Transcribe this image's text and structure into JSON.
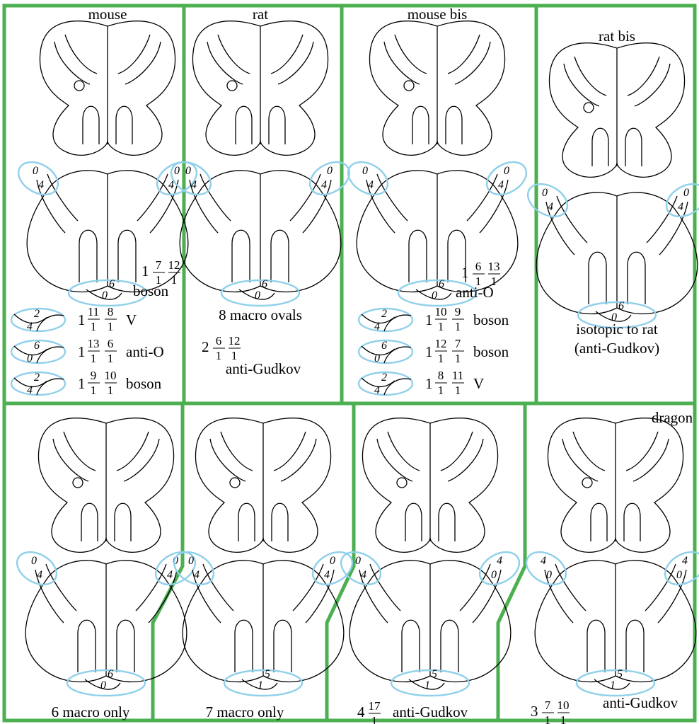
{
  "panels": [
    {
      "title": "mouse",
      "caption": "",
      "caption2": "",
      "lead": "1",
      "fracs": [
        [
          "7",
          "1"
        ],
        [
          "12",
          "1"
        ]
      ],
      "tail": "boson",
      "ovals": {
        "left": [
          "0",
          "4"
        ],
        "right": [
          "0",
          "4"
        ],
        "bottom": [
          "6",
          "0"
        ]
      },
      "rows": [
        {
          "labels": [
            "2",
            "4"
          ],
          "lead": "1",
          "fracs": [
            [
              "11",
              "1"
            ],
            [
              "8",
              "1"
            ]
          ],
          "word": "V"
        },
        {
          "labels": [
            "6",
            "0"
          ],
          "lead": "1",
          "fracs": [
            [
              "13",
              "1"
            ],
            [
              "6",
              "1"
            ]
          ],
          "word": "anti-O"
        },
        {
          "labels": [
            "2",
            "4"
          ],
          "lead": "1",
          "fracs": [
            [
              "9",
              "1"
            ],
            [
              "10",
              "1"
            ]
          ],
          "word": "boson"
        }
      ]
    },
    {
      "title": "rat",
      "caption": "8 macro ovals",
      "caption2": "",
      "lead": "2",
      "fracs": [
        [
          "6",
          "1"
        ],
        [
          "12",
          "1"
        ]
      ],
      "tail": "anti-Gudkov",
      "ovals": {
        "left": [
          "0",
          "4"
        ],
        "right": [
          "0",
          "4"
        ],
        "bottom": [
          "6",
          "0"
        ]
      },
      "rows": []
    },
    {
      "title": "mouse bis",
      "caption": "",
      "caption2": "",
      "lead": "1",
      "fracs": [
        [
          "6",
          "1"
        ],
        [
          "13",
          "1"
        ]
      ],
      "tail": "anti-O",
      "ovals": {
        "left": [
          "0",
          "4"
        ],
        "right": [
          "0",
          "4"
        ],
        "bottom": [
          "6",
          "0"
        ]
      },
      "rows": [
        {
          "labels": [
            "2",
            "4"
          ],
          "lead": "1",
          "fracs": [
            [
              "10",
              "1"
            ],
            [
              "9",
              "1"
            ]
          ],
          "word": "boson"
        },
        {
          "labels": [
            "6",
            "0"
          ],
          "lead": "1",
          "fracs": [
            [
              "12",
              "1"
            ],
            [
              "7",
              "1"
            ]
          ],
          "word": "boson"
        },
        {
          "labels": [
            "2",
            "4"
          ],
          "lead": "1",
          "fracs": [
            [
              "8",
              "1"
            ],
            [
              "11",
              "1"
            ]
          ],
          "word": "V"
        }
      ]
    },
    {
      "title": "rat bis",
      "caption": "isotopic to rat",
      "caption2": "(anti-Gudkov)",
      "lead": "",
      "fracs": [],
      "tail": "",
      "ovals": {
        "left": [
          "0",
          "4"
        ],
        "right": [
          "0",
          "4"
        ],
        "bottom": [
          "6",
          "0"
        ]
      },
      "rows": []
    },
    {
      "title": "",
      "caption": "6 macro only",
      "caption2": "",
      "lead": "",
      "fracs": [],
      "tail": "",
      "ovals": {
        "left": [
          "0",
          "4"
        ],
        "right": [
          "0",
          "4"
        ],
        "bottom": [
          "6",
          "0"
        ]
      },
      "rows": []
    },
    {
      "title": "",
      "caption": "7 macro only",
      "caption2": "",
      "lead": "",
      "fracs": [],
      "tail": "",
      "ovals": {
        "left": [
          "0",
          "4"
        ],
        "right": [
          "0",
          "4"
        ],
        "bottom": [
          "5",
          "1"
        ]
      },
      "rows": []
    },
    {
      "title": "",
      "caption": "",
      "caption2": "",
      "lead": "4",
      "fracs": [
        [
          "17",
          "1"
        ]
      ],
      "tail": "anti-Gudkov",
      "ovals": {
        "left": [
          "0",
          "4"
        ],
        "right": [
          "4",
          "0"
        ],
        "bottom": [
          "5",
          "1"
        ]
      },
      "rows": []
    },
    {
      "title": "dragon",
      "caption": "",
      "caption2": "",
      "lead": "3",
      "fracs": [
        [
          "7",
          "1"
        ],
        [
          "10",
          "1"
        ]
      ],
      "tail": "anti-Gudkov",
      "ovals": {
        "left": [
          "4",
          "0"
        ],
        "right": [
          "4",
          "0"
        ],
        "bottom": [
          "5",
          "1"
        ]
      },
      "rows": []
    }
  ]
}
